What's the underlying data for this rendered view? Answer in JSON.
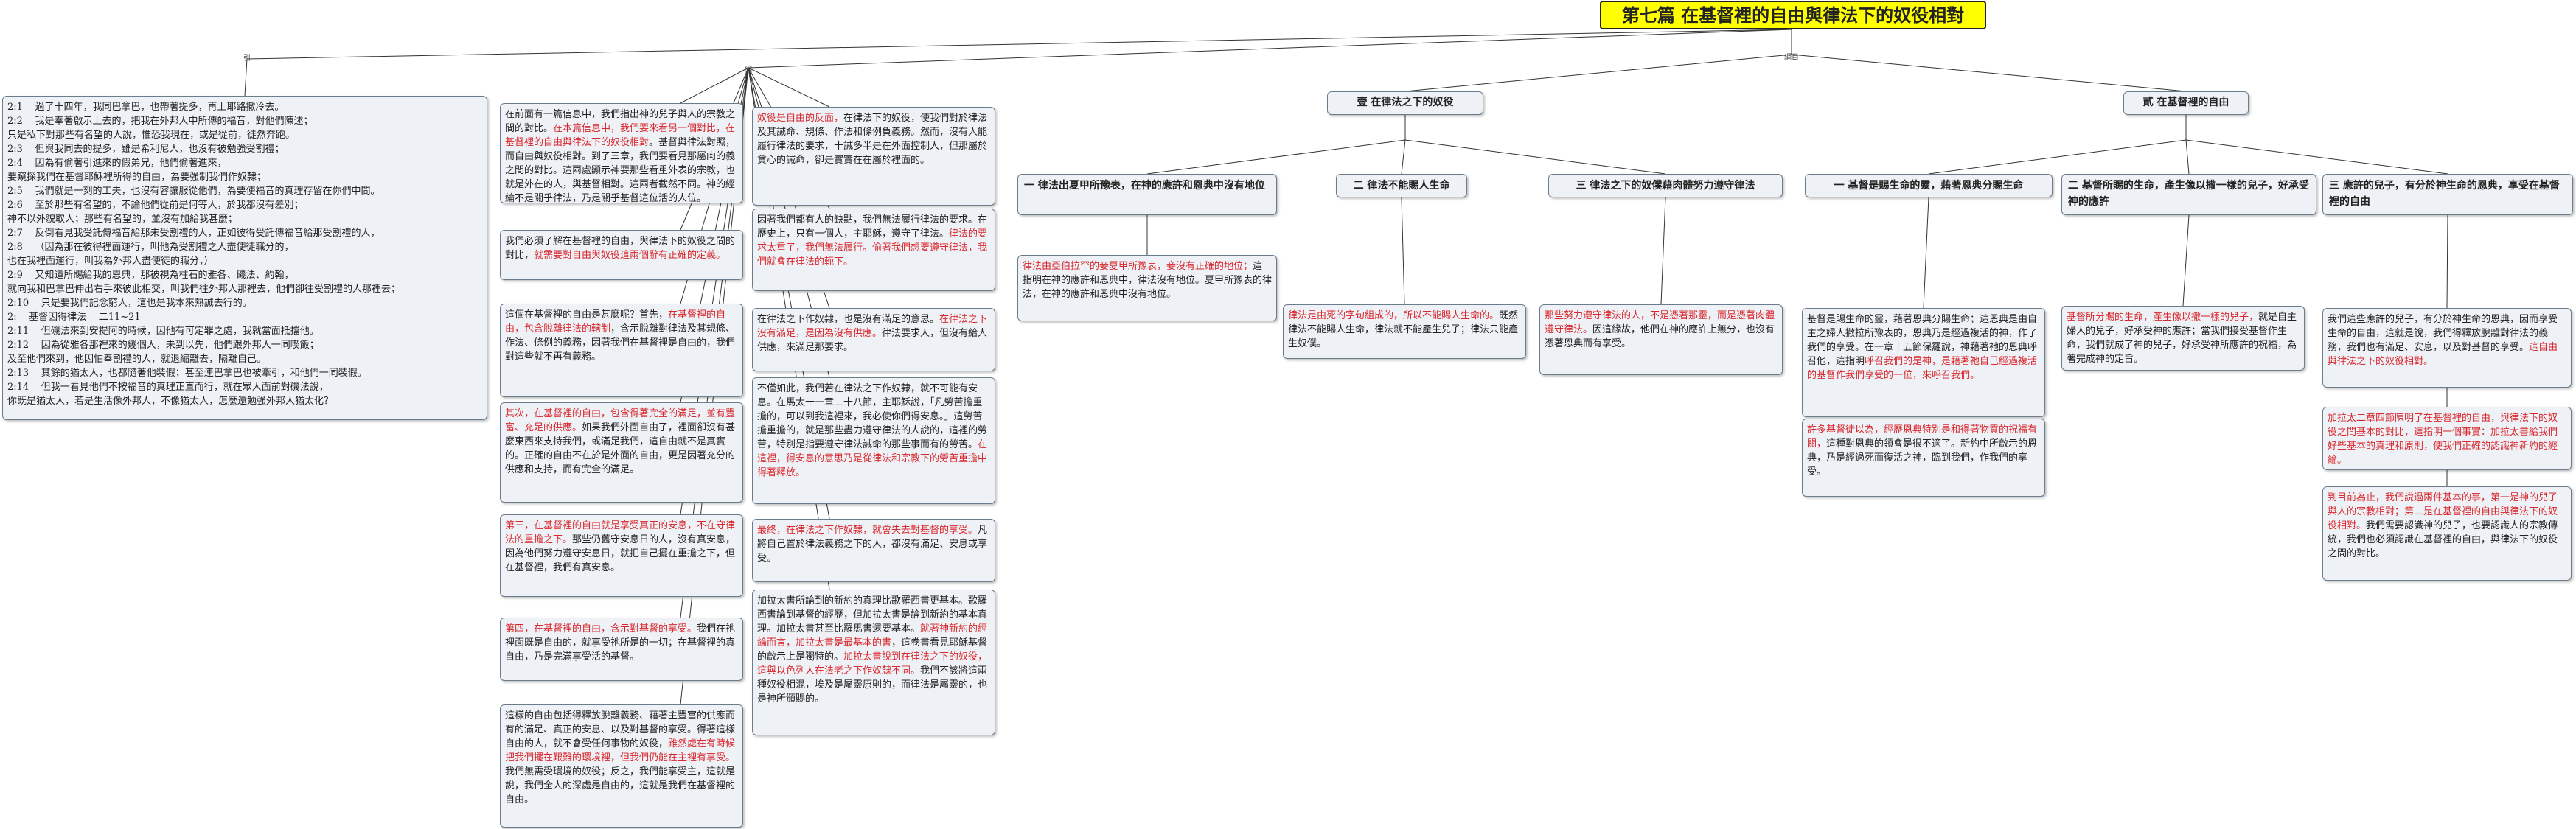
{
  "title": "第七篇  在基督裡的自由與律法下的奴役相對",
  "relations": {
    "quote": "引",
    "points": "綱",
    "sections": "綱目"
  },
  "scripture": "2:1    過了十四年，我同巴拿巴，也帶著提多，再上耶路撒冷去。\n2:2    我是奉著啟示上去的，把我在外邦人中所傳的福音，對他們陳述；\n只是私下對那些有名望的人說，惟恐我現在，或是從前，徒然奔跑。\n2:3    但與我同去的提多，雖是希利尼人，也沒有被勉強受割禮；\n2:4    因為有偷著引進來的假弟兄，他們偷著進來，\n要窺探我們在基督耶穌裡所得的自由，為要強制我們作奴隸；\n2:5    我們就是一刻的工夫，也沒有容讓服從他們，為要使福音的真理存留在你們中間。\n2:6    至於那些有名望的，不論他們從前是何等人，於我都沒有差別；\n神不以外貌取人；那些有名望的，並沒有加給我甚麼；\n2:7    反倒看見我受託傳福音給那未受割禮的人，正如彼得受託傳福音給那受割禮的人，\n2:8    （因為那在彼得裡面運行，叫他為受割禮之人盡使徒職分的，\n也在我裡面運行，叫我為外邦人盡使徒的職分，）\n2:9    又知道所賜給我的恩典，那被視為柱石的雅各、磯法、約翰，\n就向我和巴拿巴伸出右手來彼此相交，叫我們往外邦人那裡去，他們卻往受割禮的人那裡去；\n2:10    只是要我們記念窮人，這也是我本來熱誠去行的。\n2:    基督因得律法    二11~21\n2:11    但磯法來到安提阿的時候，因他有可定罪之處，我就當面抵擋他。\n2:12    因為從雅各那裡來的幾個人，未到以先，他們跟外邦人一同喫飯；\n及至他們來到，他因怕奉割禮的人，就退縮離去，隔離自己。\n2:13    其餘的猶太人，也都隨著他裝假；甚至連巴拿巴也被牽引，和他們一同裝假。\n2:14    但我一看見他們不按福音的真理正直而行，就在眾人面前對磯法說，\n你既是猶太人，若是生活像外邦人，不像猶太人，怎麼還勉強外邦人猶太化？",
  "points": [
    [
      {
        "t": "在前面有一篇信息中，我們指出神的兒子與人的宗教之間的對比。"
      },
      {
        "t": "在本篇信息中，我們要來看另一個對比，在基督裡的自由與律法下的奴役相對",
        "r": true
      },
      {
        "t": "。基督與律法對照，而自由與奴役相對。到了三章，我們要看見那屬肉的義之間的對比。這兩處顯示神要那些看重外表的宗教，也就是外在的人，與基督相對。這兩者截然不同。神的經綸不是關乎律法，乃是關乎基督這位活的人位。"
      }
    ],
    [
      {
        "t": "我們必須了解在基督裡的自由，與律法下的奴役之間的對比，"
      },
      {
        "t": "就需要對自由與奴役這兩個辭有正確的定義。",
        "r": true
      }
    ],
    [
      {
        "t": "這個在基督裡的自由是甚麼呢？首先，"
      },
      {
        "t": "在基督裡的自由，包含脫離律法的轄制",
        "r": true
      },
      {
        "t": "，含示脫離對律法及其規條、作法、條例的義務，因著我們在基督裡是自由的，我們對這些就不再有義務。"
      }
    ],
    [
      {
        "t": "其次，在基督裡的自由，包含得著完全的滿足，並有豐富、充足的供應。",
        "r": true
      },
      {
        "t": "如果我們外面自由了，裡面卻沒有甚麼東西來支持我們，或滿足我們，這自由就不是真實的。正確的自由不在於是外面的自由，更是因著充分的供應和支持，而有完全的滿足。"
      }
    ],
    [
      {
        "t": "第三，在基督裡的自由就是享受真正的安息，不在守律法的重擔之下。",
        "r": true
      },
      {
        "t": "那些仍舊守安息日的人，沒有真安息，因為他們努力遵守安息日，就把自己擺在重擔之下，但在基督裡，我們有真安息。"
      }
    ],
    [
      {
        "t": "第四，在基督裡的自由，含示對基督的享受。",
        "r": true
      },
      {
        "t": "我們在祂裡面既是自由的，就享受祂所是的一切；在基督裡的真自由，乃是完滿享受活的基督。"
      }
    ],
    [
      {
        "t": "這樣的自由包括得釋放脫離義務、藉著主豐富的供應而有的滿足、真正的安息、以及對基督的享受。得著這樣自由的人，就不會受任何事物的奴役，"
      },
      {
        "t": "雖然處在有時候把我們擺在艱難的環境裡，但我們仍能在主裡有享受。",
        "r": true
      },
      {
        "t": "我們無需受環境的奴役；反之，我們能享受主，這就是說，我們全人的深處是自由的，這就是我們在基督裡的自由。"
      }
    ]
  ],
  "points2": [
    [
      {
        "t": "奴役是自由的反面，",
        "r": true
      },
      {
        "t": "在律法下的奴役，使我們對於律法及其誡命、規條、作法和條例負義務。然而，沒有人能履行律法的要求，十誡多半是在外面控制人，但那屬於貪心的誡命，卻是實實在在屬於裡面的。"
      }
    ],
    [
      {
        "t": "因著我們都有人的缺點，我們無法履行律法的要求。在歷史上，只有一個人，主耶穌，遵守了律法。"
      },
      {
        "t": "律法的要求太重了，我們無法履行。偷著我們想要遵守律法，我們就會在律法的軛下。",
        "r": true
      }
    ],
    [
      {
        "t": "在律法之下作奴隸，也是沒有滿足的意思。"
      },
      {
        "t": "在律法之下沒有滿足，是因為沒有供應。",
        "r": true
      },
      {
        "t": "律法要求人，但沒有給人供應，來滿足那要求。"
      }
    ],
    [
      {
        "t": "不僅如此，我們若在律法之下作奴隸，就不可能有安息。在馬太十一章二十八節，主耶穌說，「凡勞苦擔重擔的，可以到我這裡來，我必使你們得安息。」這勞苦擔重擔的，就是那些盡力遵守律法的人說的，這裡的勞苦，特別是指要遵守律法誡命的那些事而有的勞苦。"
      },
      {
        "t": "在這裡，得安息的意思乃是從律法和宗教下的勞苦重擔中得著釋放。",
        "r": true
      }
    ],
    [
      {
        "t": "最終，在律法之下作奴隸，就會失去對基督的享受。",
        "r": true
      },
      {
        "t": "凡將自己置於律法義務之下的人，都沒有滿足、安息或享受。"
      }
    ],
    [
      {
        "t": "加拉太書所論到的新約的真理比歌羅西書更基本。歌羅西書論到基督的經歷，但加拉太書是論到新約的基本真理。加拉太書甚至比羅馬書還要基本。"
      },
      {
        "t": "就著神新約的經綸而言，加拉太書是最基本的書",
        "r": true
      },
      {
        "t": "，這卷書看見耶穌基督的啟示上是獨特的。"
      },
      {
        "t": "加拉太書說到在律法之下的奴役，這與以色列人在法老之下作奴隸不同。",
        "r": true
      },
      {
        "t": "我們不該將這兩種奴役相混，埃及是屬靈原則的，而律法是屬靈的，也是神所頒賜的。"
      }
    ]
  ],
  "section1": {
    "head": "壹  在律法之下的奴役",
    "subs": [
      {
        "head": "一  律法出夏甲所豫表，在神的應許和恩典中沒有地位",
        "body": [
          {
            "t": "律法由亞伯拉罕的妾夏甲所豫表，妾沒有正確的地位；",
            "r": true
          },
          {
            "t": "這指明在神的應許和恩典中，律法沒有地位。夏甲所豫表的律法，在神的應許和恩典中沒有地位。"
          }
        ]
      },
      {
        "head": "二  律法不能賜人生命",
        "body": [
          {
            "t": "律法是由死的字句組成的，所以不能賜人生命的。",
            "r": true
          },
          {
            "t": "既然律法不能賜人生命，律法就不能產生兒子；律法只能產生奴僕。"
          }
        ]
      },
      {
        "head": "三  律法之下的奴僕藉肉體努力遵守律法",
        "body": [
          {
            "t": "那些努力遵守律法的人，不是憑著那靈，而是憑著肉體遵守律法。",
            "r": true
          },
          {
            "t": "因這緣故，他們在神的應許上無分，也沒有憑著恩典而有享受。"
          }
        ]
      }
    ]
  },
  "section2": {
    "head": "貳  在基督裡的自由",
    "subs": [
      {
        "head": "一  基督是賜生命的靈，藉著恩典分賜生命",
        "body": [
          {
            "t": "基督是賜生命的靈，藉著恩典分賜生命；這恩典是由自主之婦人撒拉所豫表的，恩典乃是經過複活的神，作了我們的享受。在一章十五節保羅說，神藉著祂的恩典呼召他，這指明"
          },
          {
            "t": "呼召我們的是神，是藉著祂自己經過複活的基督作我們享受的一位，來呼召我們。",
            "r": true
          }
        ],
        "body2": [
          {
            "t": "許多基督徒以為，經歷恩典特別是和得著物質的祝福有關，",
            "r": true
          },
          {
            "t": "這種對恩典的領會是很不適了。新約中所啟示的恩典，乃是經過死而復活之神，臨到我們，作我們的享受。"
          }
        ]
      },
      {
        "head": "二  基督所賜的生命，產生像以撒一樣的兒子，好承受神的應許",
        "body": [
          {
            "t": "基督所分賜的生命，產生像以撒一樣的兒子，",
            "r": true
          },
          {
            "t": "就是自主婦人的兒子，好承受神的應許；當我們接受基督作生命，我們就成了神的兒子，好承受神所應許的祝福，為著完成神的定旨。"
          }
        ]
      },
      {
        "head": "三  應許的兒子，有分於神生命的恩典，享受在基督裡的自由",
        "body": [
          {
            "t": "我們這些應許的兒子，有分於神生命的恩典，因而享受生命的自由，這就是說，我們得釋放脫離對律法的義務，我們也有滿足、安息，以及對基督的享受。"
          },
          {
            "t": "這自由與律法之下的奴役相對。",
            "r": true
          }
        ],
        "body2": [
          {
            "t": "加拉太二章四節陳明了在基督裡的自由，與律法下的奴役之間基本的對比，這指明一個事實：加拉太書給我們好些基本的真理和原則，使我們正確的認識神新約的經綸。",
            "r": true
          }
        ],
        "body3": [
          {
            "t": "到目前為止，我們說過兩件基本的事，第一是神的兒子與人的宗教相對；第二是在基督裡的自由與律法下的奴役相對。",
            "r": true
          },
          {
            "t": "我們需要認識神的兒子，也要認識人的宗教傳統，我們也必須認識在基督裡的自由，與律法下的奴役之間的對比。"
          }
        ]
      }
    ]
  },
  "colors": {
    "title_bg": "#ffff00",
    "node_bg": "#eef2f6",
    "border": "#6b7d8c",
    "highlight": "#d8272d",
    "link": "#333333"
  }
}
